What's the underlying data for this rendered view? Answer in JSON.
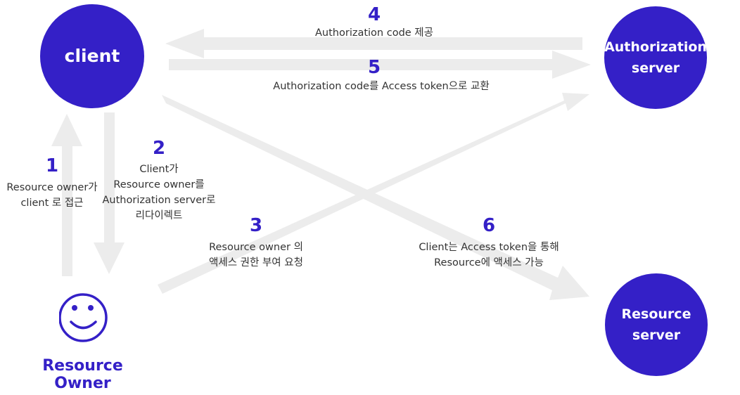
{
  "nodes": {
    "client": "client",
    "authorization_server": "Authorization\nserver",
    "resource_server": "Resource\nserver",
    "resource_owner": "Resource\nOwner"
  },
  "steps": [
    {
      "number": "1",
      "text": "Resource owner가\nclient 로 접근"
    },
    {
      "number": "2",
      "text": "Client가\nResource owner를\nAuthorization server로\n리다이렉트"
    },
    {
      "number": "3",
      "text": "Resource owner 의\n액세스 권한 부여 요청"
    },
    {
      "number": "4",
      "text": "Authorization code 제공"
    },
    {
      "number": "5",
      "text": "Authorization code를 Access token으로 교환"
    },
    {
      "number": "6",
      "text": "Client는 Access token을 통해\nResource에 액세스 가능"
    }
  ],
  "icons": {
    "owner": "smiley-face-icon"
  },
  "colors": {
    "accent": "#3420c7",
    "arrow": "#ececec",
    "text": "#333333"
  }
}
